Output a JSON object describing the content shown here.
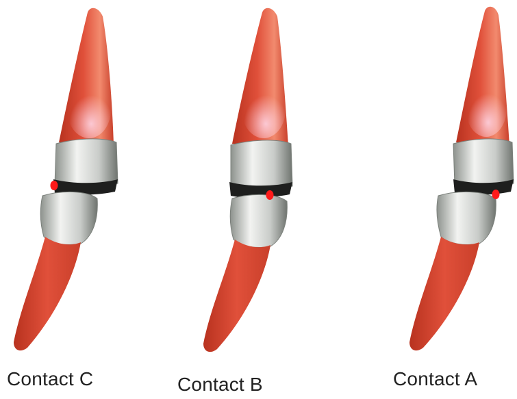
{
  "colors": {
    "background": "#ffffff",
    "root_dark": "#b8321f",
    "root_mid": "#e0503a",
    "root_light": "#f28a6e",
    "crown_light": "#f2f3f1",
    "crown_mid": "#c9ccc9",
    "crown_dark": "#6f746f",
    "gap": "#1e1f1e",
    "contact_point": "#ff1a1a",
    "caption_text": "#222222"
  },
  "panels": [
    {
      "caption": "Contact C",
      "contact_location": "left edge"
    },
    {
      "caption": "Contact B",
      "contact_location": "center"
    },
    {
      "caption": "Contact A",
      "contact_location": "right edge"
    }
  ]
}
